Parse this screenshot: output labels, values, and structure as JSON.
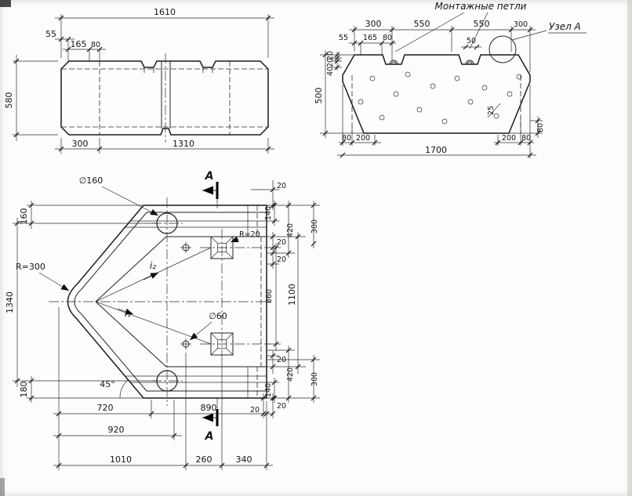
{
  "labels": {
    "mounting_loops": "Монтажные петли",
    "node_a": "Узел А",
    "section_letter": "А",
    "dia160": "∅160",
    "dia60": "∅60",
    "r20": "R=20",
    "r300": "R=300",
    "angle45": "45°",
    "i1": "i₁",
    "i2": "i₂"
  },
  "side_view": {
    "len": "1610",
    "d55": "55",
    "d165": "165",
    "d80": "80",
    "h580": "580",
    "b300": "300",
    "b1310": "1310"
  },
  "section_view": {
    "t300l": "300",
    "t550l": "550",
    "t550r": "550",
    "t300r": "300",
    "d55": "55",
    "d165": "165",
    "d80": "80",
    "d50": "50",
    "l20a": "20",
    "l20b": "20",
    "l40": "40",
    "l500": "500",
    "d25": "25",
    "r80": "80",
    "b80l": "80",
    "b200l": "200",
    "b200r": "200",
    "b80r": "80",
    "b1700": "1700"
  },
  "plan_view": {
    "l160": "160",
    "l1340": "1340",
    "l180": "180",
    "rt20": "20",
    "r140t": "140",
    "r300t": "300",
    "r420t": "420",
    "rm20a": "20",
    "rm20b": "20",
    "r860": "860",
    "r1100": "1100",
    "rm20c": "20",
    "r420b": "420",
    "r300b": "300",
    "r140b": "140",
    "rb20a": "20",
    "rb20b": "20",
    "b720": "720",
    "b890": "890",
    "b920": "920",
    "b1010": "1010",
    "b260": "260",
    "b340": "340"
  }
}
